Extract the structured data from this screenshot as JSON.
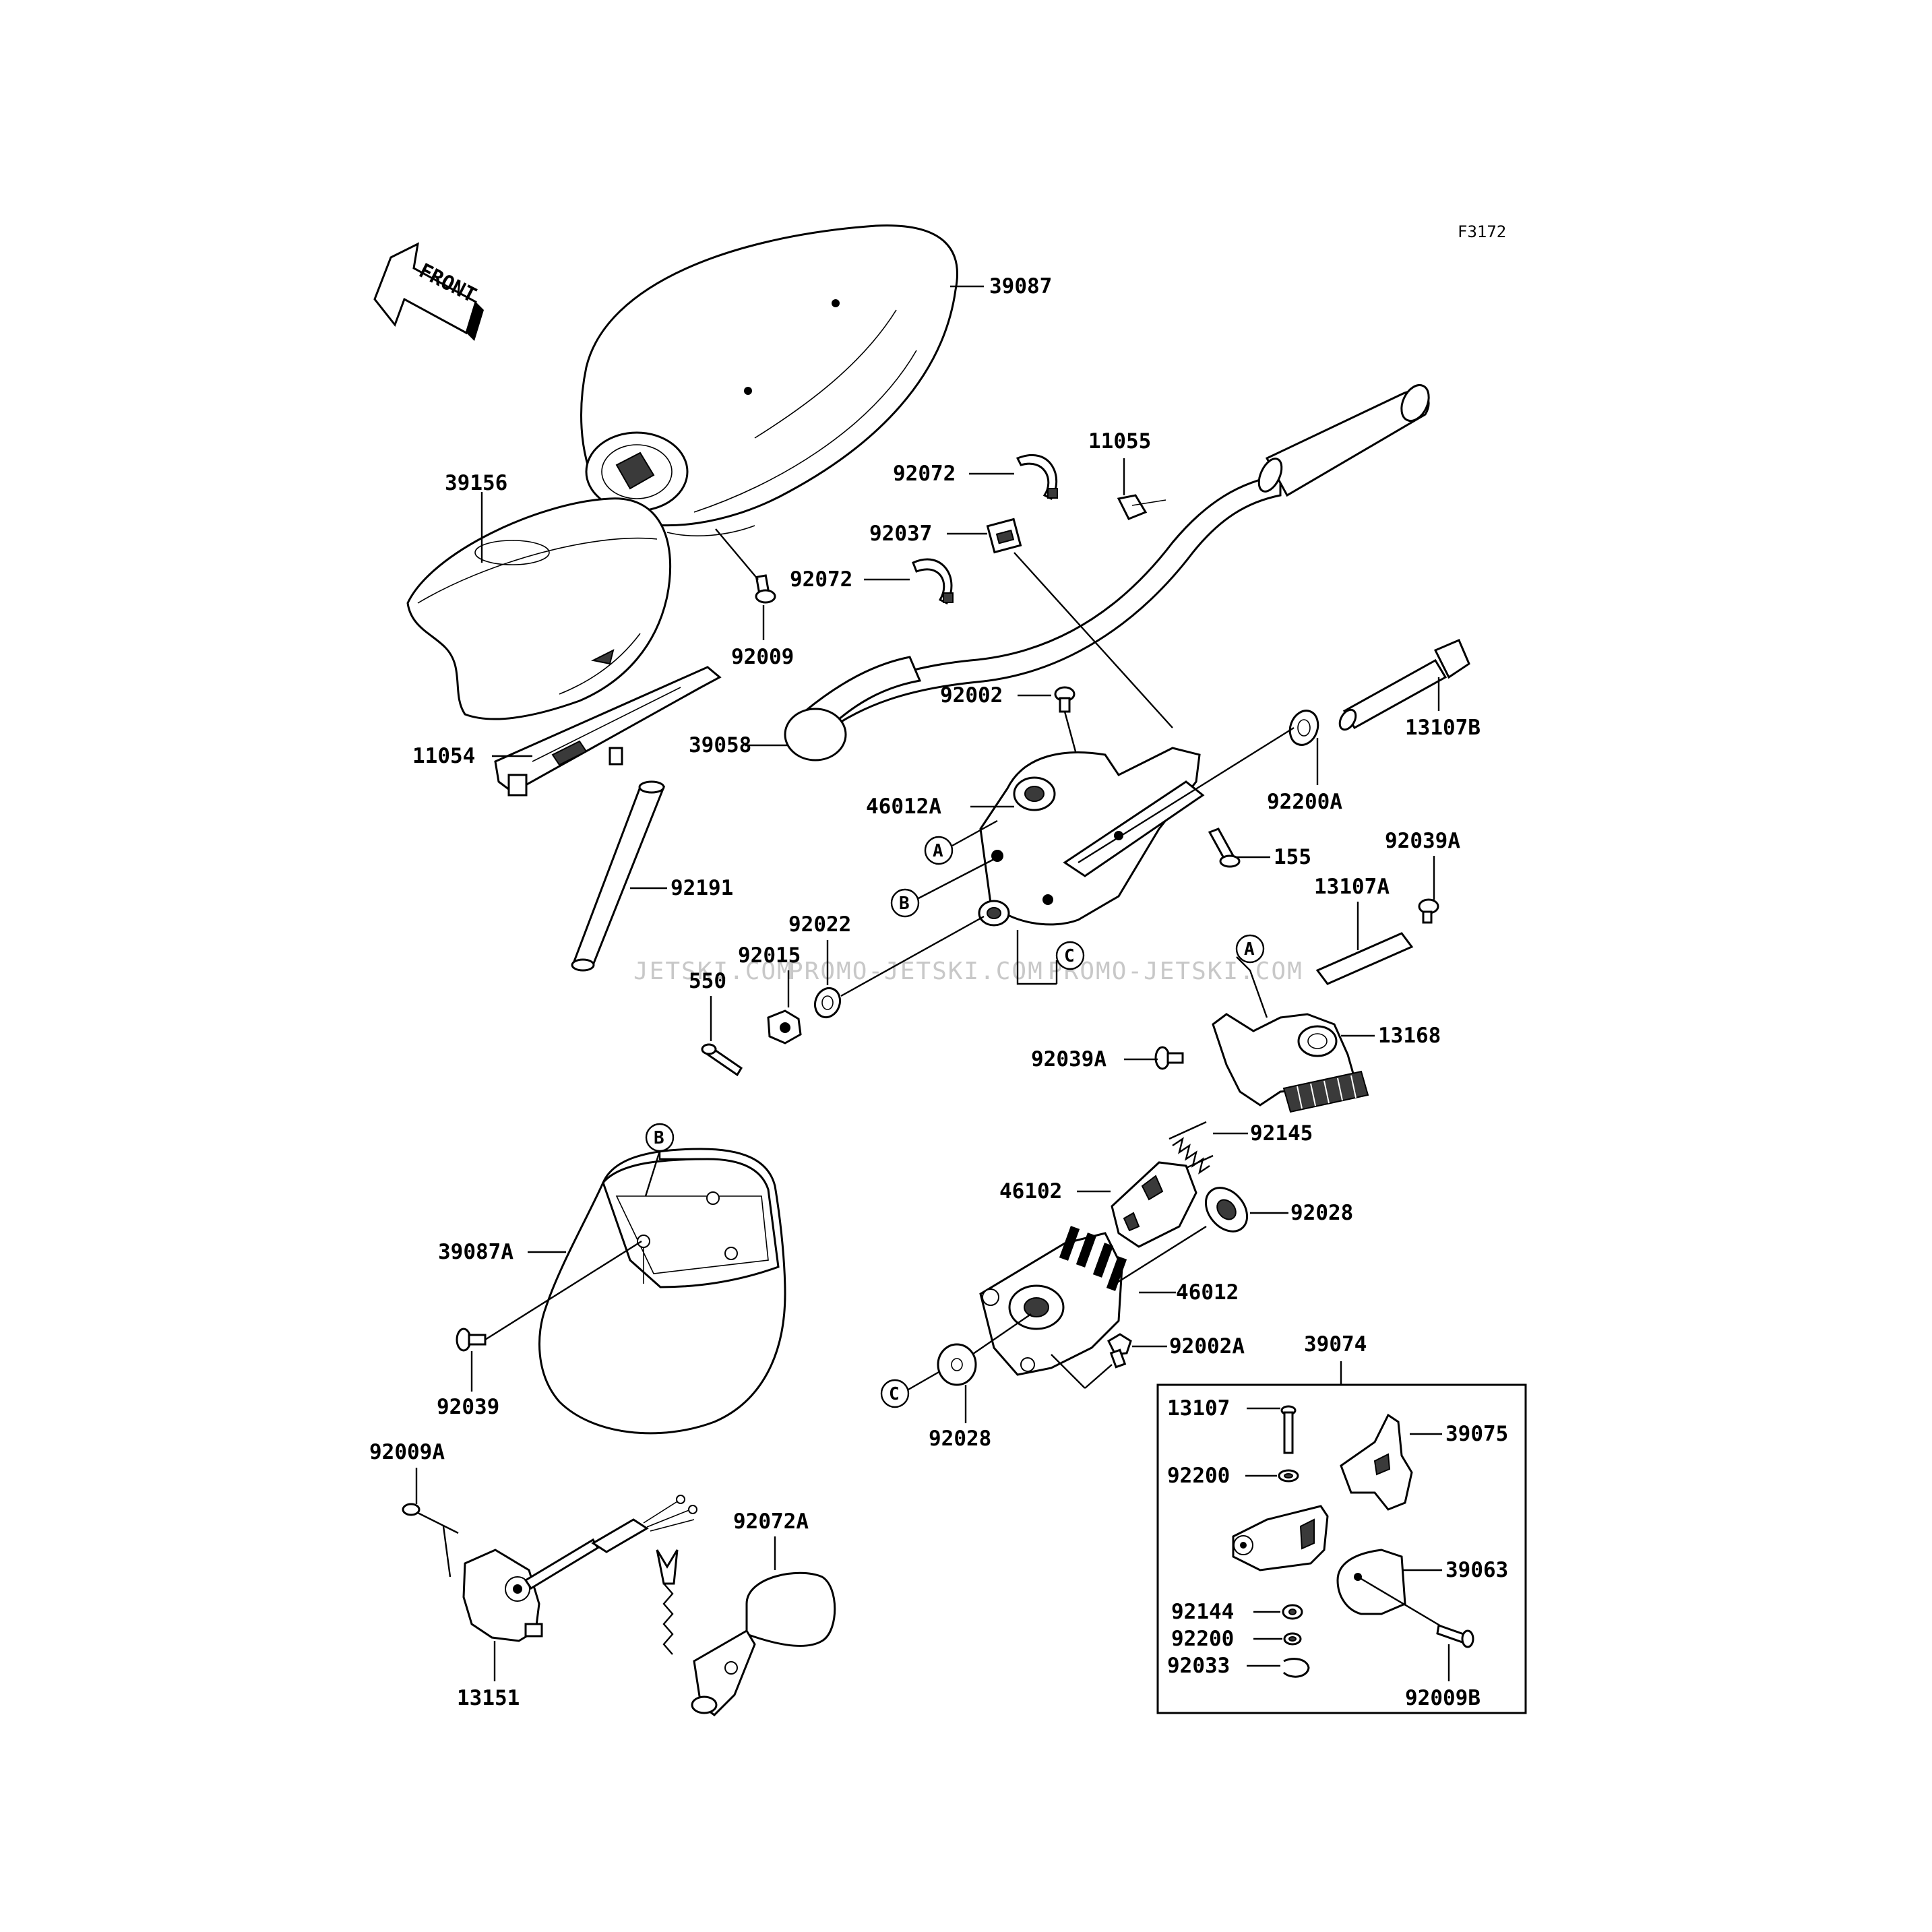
{
  "diagram_code": "F3172",
  "front_arrow_text": "FRONT",
  "watermarks": [
    "JETSKI.COM",
    "PROMO-JETSKI.COM",
    "PROMO-JETSKI.COM"
  ],
  "part_numbers": {
    "p39087": "39087",
    "p39156": "39156",
    "p92009": "92009",
    "p11054": "11054",
    "p92191": "92191",
    "p92072_top": "92072",
    "p92037": "92037",
    "p92072_mid": "92072",
    "p11055": "11055",
    "p92002": "92002",
    "p39058": "39058",
    "p13107B": "13107B",
    "p46012A": "46012A",
    "p92200A": "92200A",
    "p155": "155",
    "p92039A_r": "92039A",
    "p13107A": "13107A",
    "p92022": "92022",
    "p92015": "92015",
    "p550": "550",
    "p13168": "13168",
    "p92039A_l": "92039A",
    "p92145": "92145",
    "p46102": "46102",
    "p92028_r": "92028",
    "p39087A": "39087A",
    "p46012": "46012",
    "p92002A": "92002A",
    "p39074": "39074",
    "p92039": "92039",
    "p92028_b": "92028",
    "p13107": "13107",
    "p39075": "39075",
    "p92200_a": "92200",
    "p92009A": "92009A",
    "p92072A": "92072A",
    "p39063": "39063",
    "p92144": "92144",
    "p92200_b": "92200",
    "p92033": "92033",
    "p92009B": "92009B",
    "p13151": "13151"
  },
  "reference_markers": {
    "a1": "A",
    "b1": "B",
    "c1": "C",
    "a2": "A",
    "b2": "B",
    "c2": "C"
  }
}
